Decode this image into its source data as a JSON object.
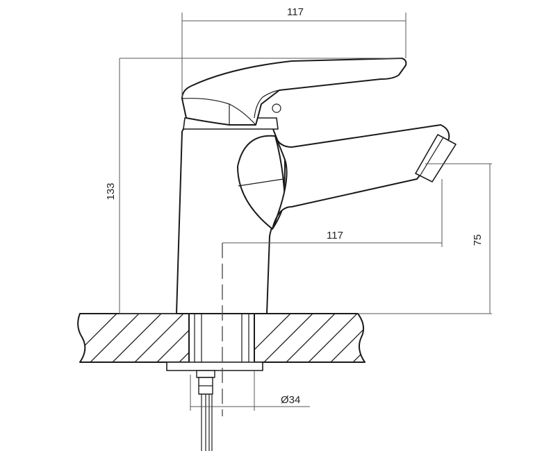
{
  "dimensions": {
    "top_width": "117",
    "height": "133",
    "spout_reach": "117",
    "spout_height": "75",
    "thread_diameter": "Ø34"
  }
}
